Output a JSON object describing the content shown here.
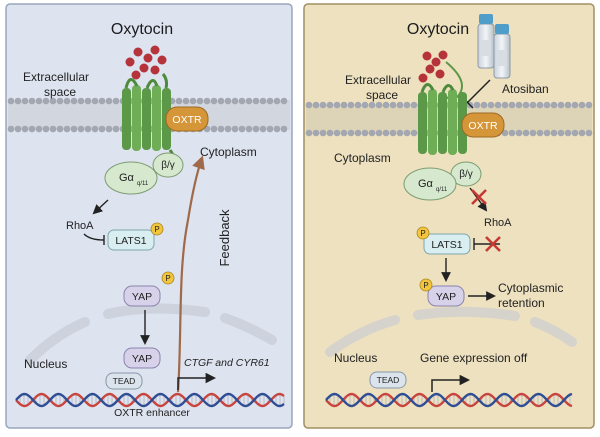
{
  "left_panel": {
    "title": "Oxytocin",
    "extracellular": "Extracellular",
    "space": "space",
    "receptor": "OXTR",
    "cytoplasm": "Cytoplasm",
    "g_alpha": "Gα",
    "g_alpha_sub": "q/11",
    "beta_gamma": "β/γ",
    "rhoa": "RhoA",
    "lats1": "LATS1",
    "phospho": "P",
    "feedback": "Feedback",
    "yap": "YAP",
    "nucleus": "Nucleus",
    "tead": "TEAD",
    "genes": "CTGF and CYR61",
    "enhancer": "OXTR enhancer"
  },
  "right_panel": {
    "title": "Oxytocin",
    "extracellular": "Extracellular",
    "space": "space",
    "antagonist": "Atosiban",
    "receptor": "OXTR",
    "cytoplasm": "Cytoplasm",
    "g_alpha": "Gα",
    "g_alpha_sub": "q/11",
    "beta_gamma": "β/γ",
    "rhoa": "RhoA",
    "lats1": "LATS1",
    "phospho": "P",
    "yap": "YAP",
    "cytoplasmic": "Cytoplasmic",
    "retention": "retention",
    "nucleus": "Nucleus",
    "gene_expression": "Gene expression off",
    "tead": "TEAD"
  },
  "colors": {
    "left_bg": "#dde3ef",
    "right_bg": "#eee1c0",
    "receptor_green": "#66a650",
    "oxtr_orange": "#d5963a",
    "oxytocin_red": "#b5333b",
    "membrane_gray": "#a3a7b1",
    "dna_red": "#c8453f",
    "dna_blue": "#2f4e94",
    "block_red": "#c33b34",
    "feedback_brown": "#a0694a"
  }
}
